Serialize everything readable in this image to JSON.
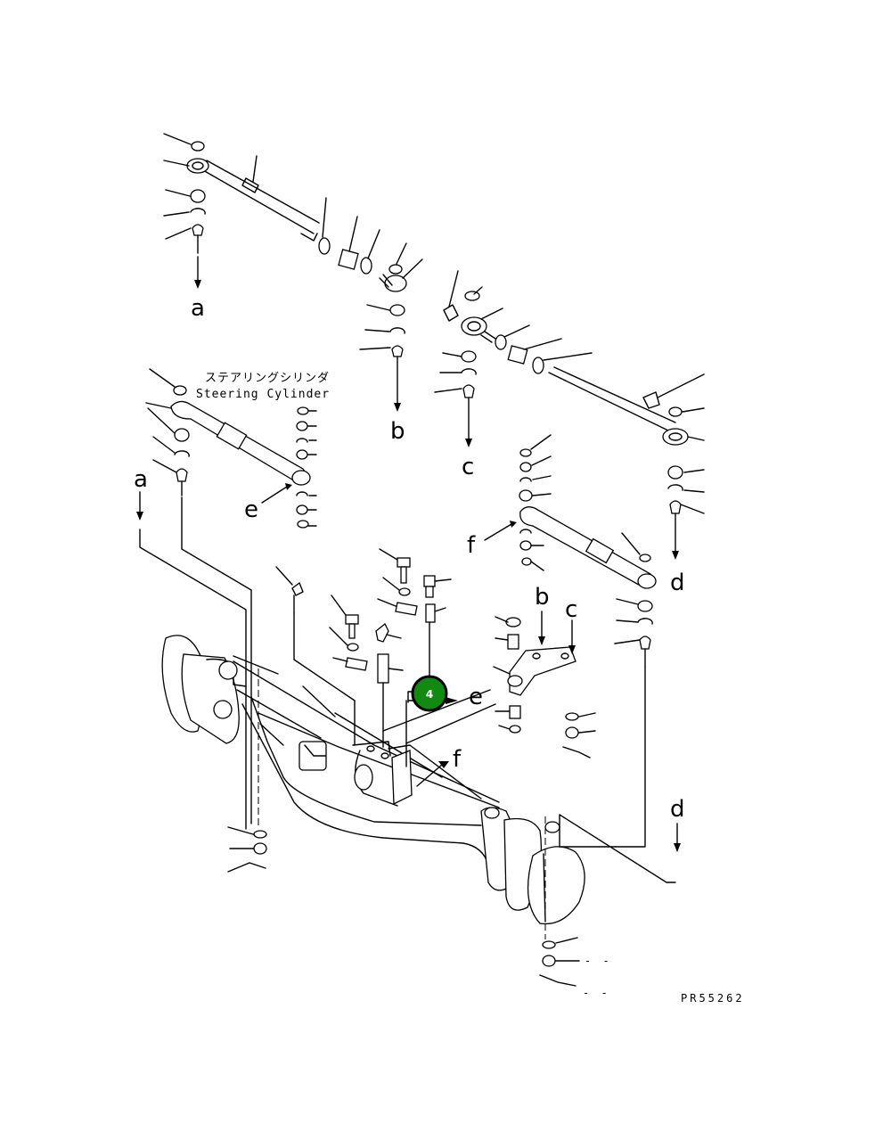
{
  "labels": {
    "jp_title": "ステアリングシリンダ",
    "en_title": "Steering Cylinder",
    "drawing_code": "PR55262",
    "dash1": "- -",
    "dash2": "- -"
  },
  "connectors": {
    "a_top": "a",
    "b_top": "b",
    "c_top": "c",
    "a_left": "a",
    "e_left": "e",
    "f_mid": "f",
    "d_right": "d",
    "b_center": "b",
    "c_center": "c",
    "e_center": "e",
    "f_center": "f",
    "d_lower": "d"
  },
  "callout": {
    "number": "4",
    "fill": "#118a11",
    "stroke": "#000000"
  }
}
